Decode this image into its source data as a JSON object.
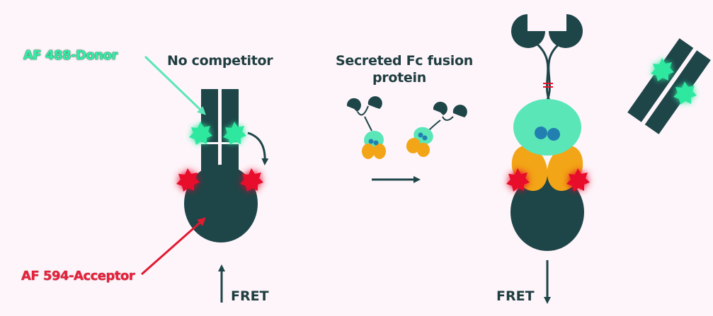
{
  "labels": {
    "donor": "AF 488-Donor",
    "no_competitor": "No competitor",
    "secreted_line1": "Secreted Fc fusion",
    "secreted_line2": "protein",
    "acceptor": "AF 594-Acceptor",
    "fret_left": "FRET",
    "fret_right": "FRET"
  },
  "colors": {
    "dark_teal": "#1e4548",
    "donor_green": "#2ee8a0",
    "acceptor_red": "#e8102a",
    "orange": "#f2a516",
    "mint": "#5be6b8",
    "blue": "#2280b0",
    "background": "#fdf5fa"
  }
}
